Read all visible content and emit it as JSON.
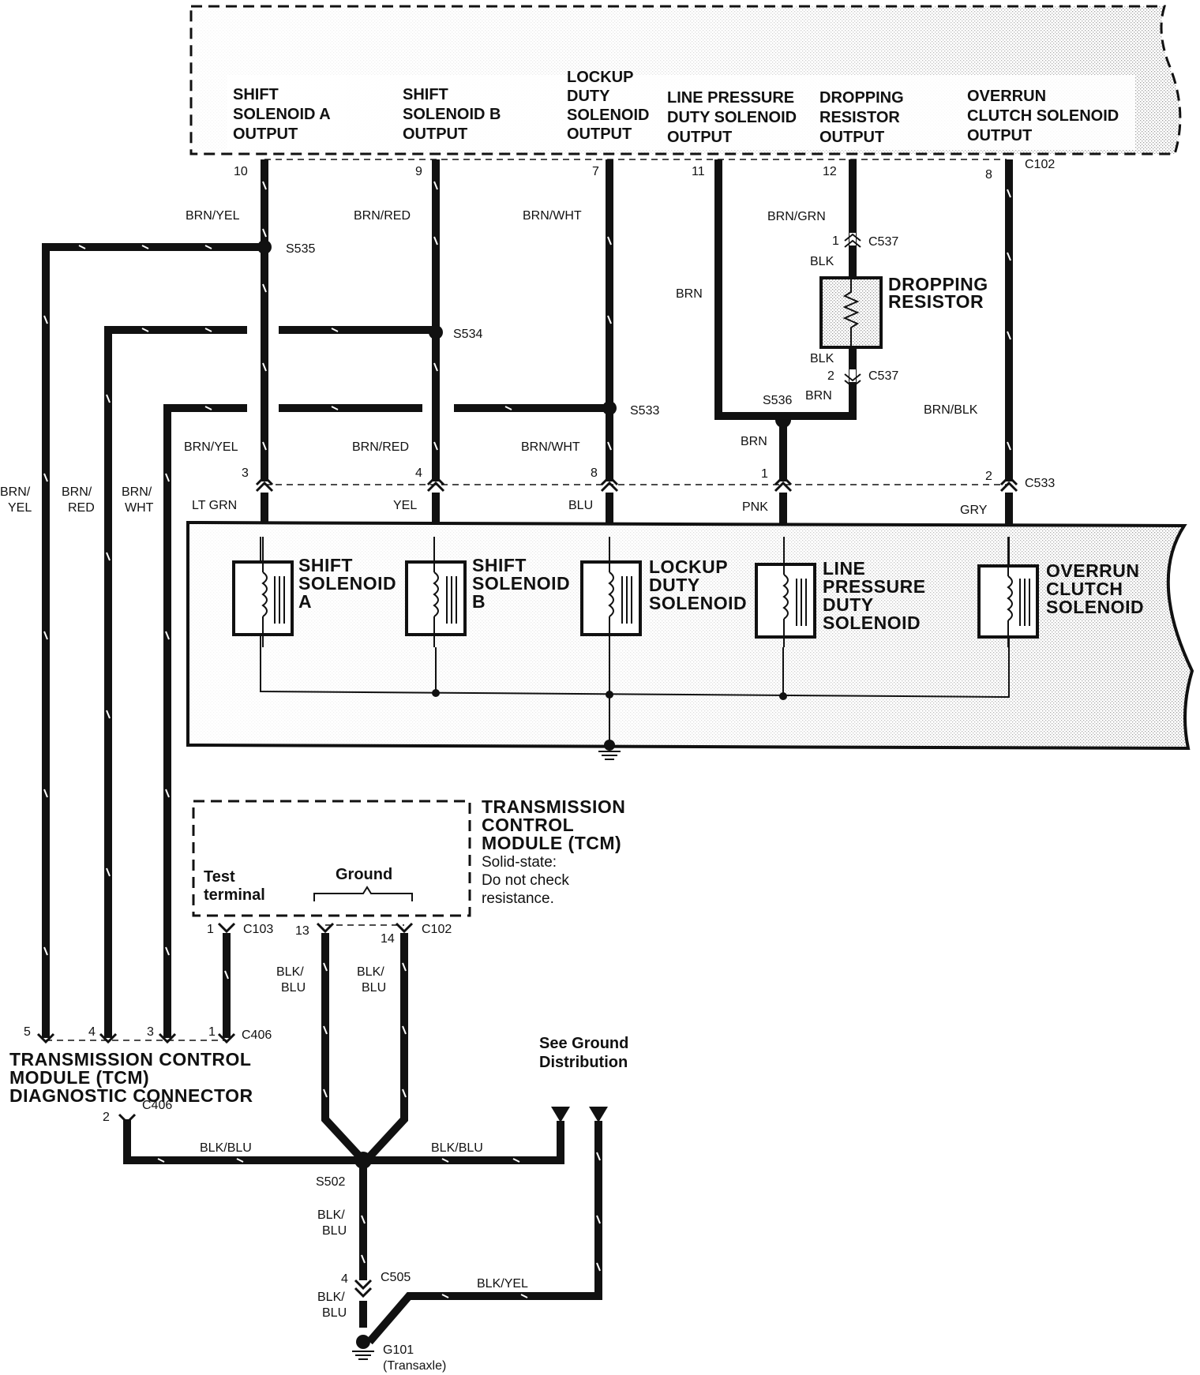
{
  "tcm_outputs": [
    {
      "id": "out-shift-a",
      "line1": "SHIFT",
      "line2": "SOLENOID A",
      "line3": "OUTPUT",
      "pin": "10"
    },
    {
      "id": "out-shift-b",
      "line1": "SHIFT",
      "line2": "SOLENOID B",
      "line3": "OUTPUT",
      "pin": "9"
    },
    {
      "id": "out-lockup",
      "line1": "LOCKUP",
      "line2": "DUTY",
      "line3": "SOLENOID",
      "line4": "OUTPUT",
      "pin": "7"
    },
    {
      "id": "out-line-pressure",
      "line1": "LINE PRESSURE",
      "line2": "DUTY SOLENOID",
      "line3": "OUTPUT",
      "pin": "11"
    },
    {
      "id": "out-dropping",
      "line1": "DROPPING",
      "line2": "RESISTOR",
      "line3": "OUTPUT",
      "pin": "12"
    },
    {
      "id": "out-overrun",
      "line1": "OVERRUN",
      "line2": "CLUTCH SOLENOID",
      "line3": "OUTPUT",
      "pin": "8"
    }
  ],
  "connectors": {
    "c102": "C102",
    "c537": "C537",
    "c533": "C533",
    "c103": "C103",
    "c406": "C406",
    "c505": "C505"
  },
  "splices": {
    "s535": "S535",
    "s534": "S534",
    "s533": "S533",
    "s536": "S536",
    "s502": "S502"
  },
  "wire_colors": {
    "brn_yel": "BRN/YEL",
    "brn_red": "BRN/RED",
    "brn_wht": "BRN/WHT",
    "brn": "BRN",
    "brn_grn": "BRN/GRN",
    "blk": "BLK",
    "brn_blk": "BRN/BLK",
    "lt_grn": "LT GRN",
    "yel": "YEL",
    "blu": "BLU",
    "pnk": "PNK",
    "gry": "GRY",
    "brn_slash": "BRN/",
    "yel_only": "YEL",
    "red_only": "RED",
    "wht_only": "WHT",
    "blk_slash": "BLK/",
    "blu_only": "BLU",
    "blk_blu": "BLK/BLU",
    "blk_yel": "BLK/YEL"
  },
  "pins": {
    "c537_1": "1",
    "c537_2": "2",
    "c533_a": "3",
    "c533_b": "4",
    "c533_c": "8",
    "c533_d": "1",
    "c533_e": "2",
    "c103_1": "1",
    "c102_13": "13",
    "c102_14": "14",
    "c406_5": "5",
    "c406_4": "4",
    "c406_3": "3",
    "c406_1": "1",
    "c406_2": "2",
    "c505_4": "4"
  },
  "dropping_resistor": {
    "line1": "DROPPING",
    "line2": "RESISTOR"
  },
  "solenoids": [
    {
      "line1": "SHIFT",
      "line2": "SOLENOID",
      "line3": "A"
    },
    {
      "line1": "SHIFT",
      "line2": "SOLENOID",
      "line3": "B"
    },
    {
      "line1": "LOCKUP",
      "line2": "DUTY",
      "line3": "SOLENOID"
    },
    {
      "line1": "LINE",
      "line2": "PRESSURE",
      "line3": "DUTY",
      "line4": "SOLENOID"
    },
    {
      "line1": "OVERRUN",
      "line2": "CLUTCH",
      "line3": "SOLENOID"
    }
  ],
  "tcm_box": {
    "test_terminal_1": "Test",
    "test_terminal_2": "terminal",
    "ground": "Ground",
    "title1": "TRANSMISSION",
    "title2": "CONTROL",
    "title3": "MODULE (TCM)",
    "note1": "Solid-state:",
    "note2": "Do not check",
    "note3": "resistance."
  },
  "diag_connector": {
    "line1": "TRANSMISSION CONTROL",
    "line2": "MODULE (TCM)",
    "line3": "DIAGNOSTIC CONNECTOR"
  },
  "ground_ref": {
    "line1": "See Ground",
    "line2": "Distribution"
  },
  "ground_g101": {
    "id": "G101",
    "sub": "(Transaxle)"
  }
}
